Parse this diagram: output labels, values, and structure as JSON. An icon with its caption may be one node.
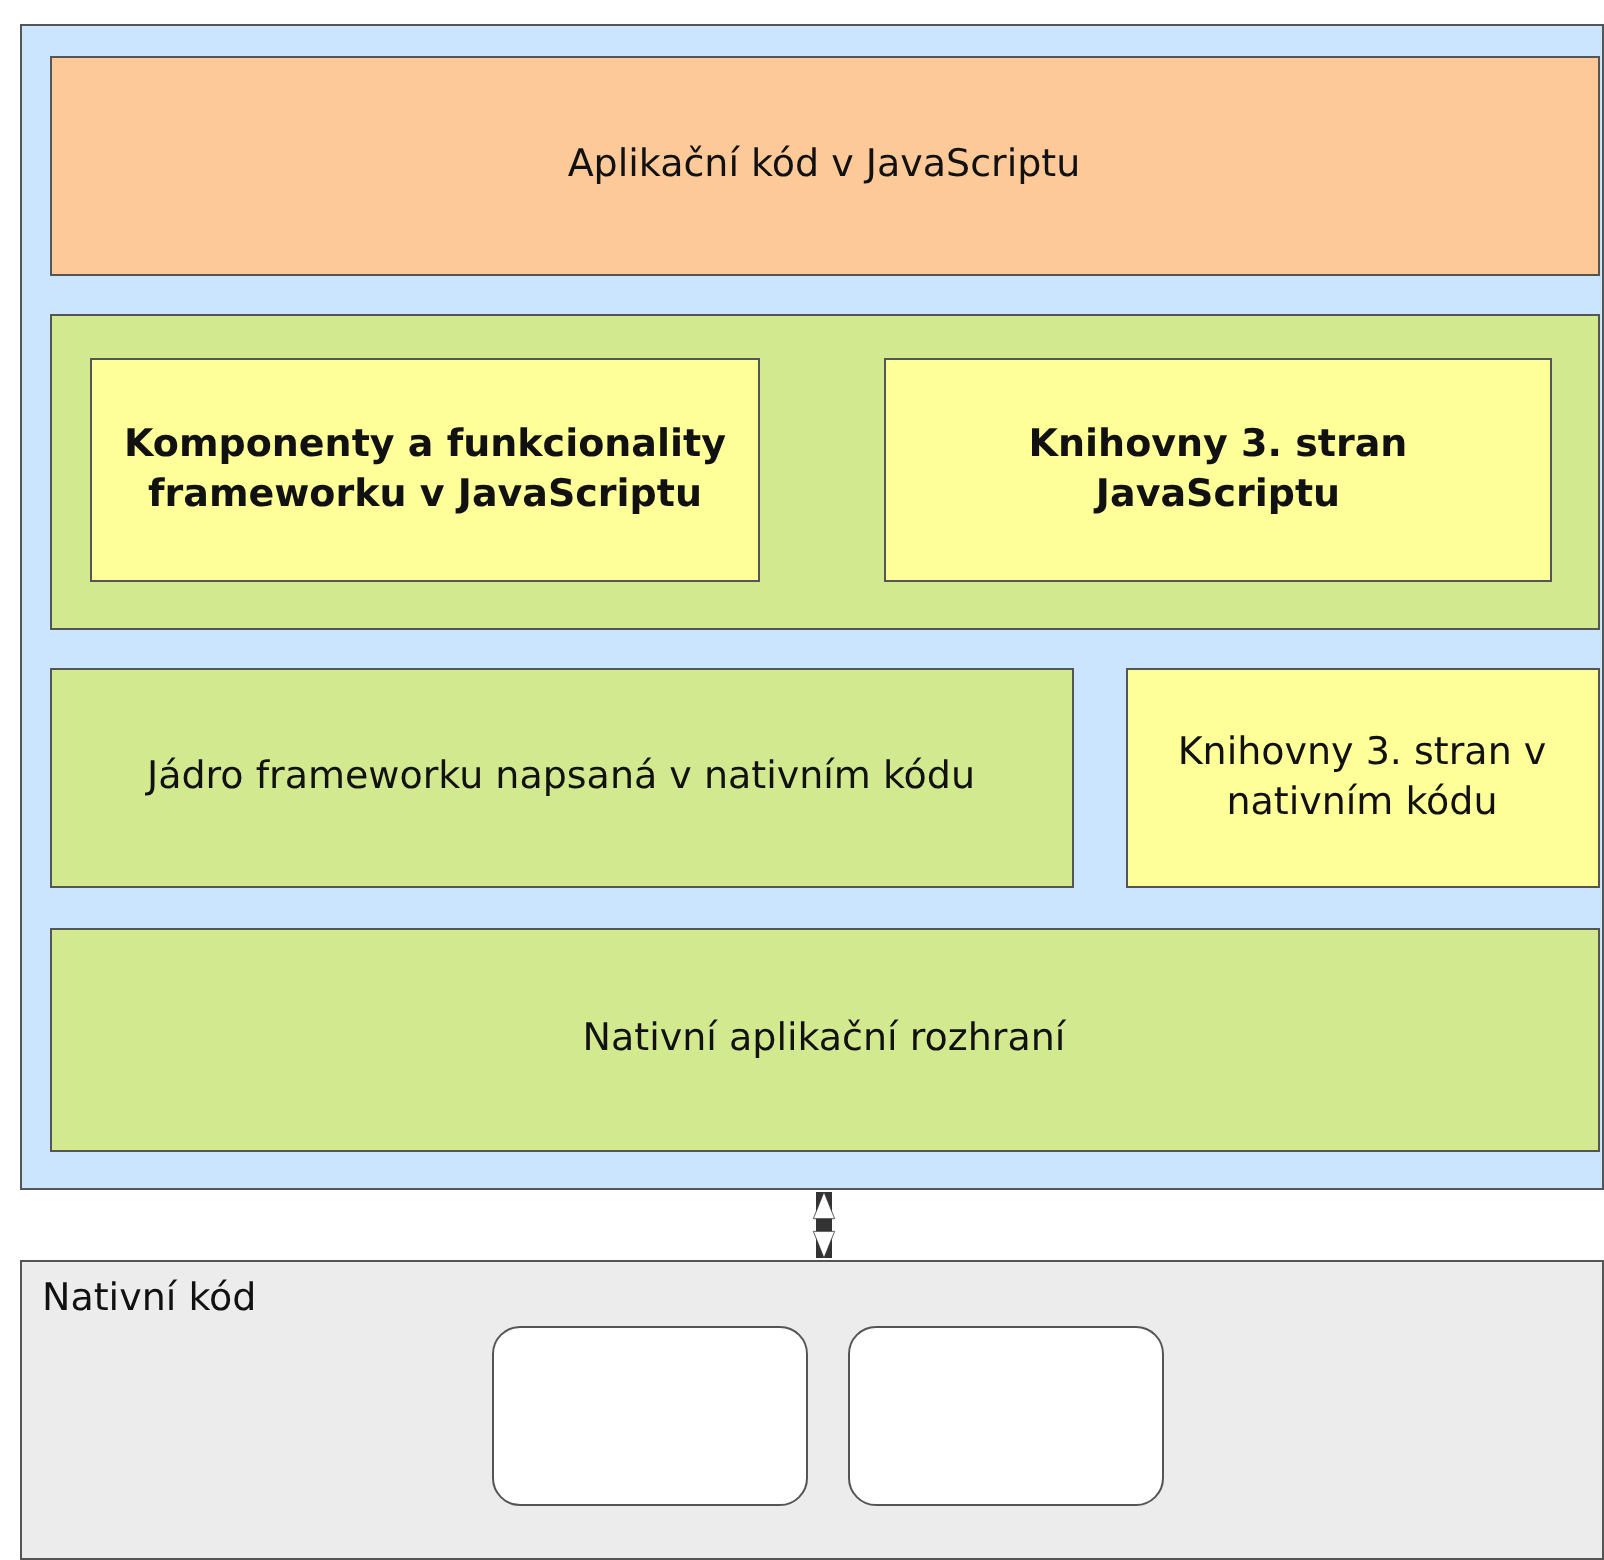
{
  "diagram": {
    "nodes": [
      {
        "text": [],
        "shape": "box"
      },
      {
        "text": [
          "Aplikační kód v JavaScriptu"
        ],
        "in": 0
      },
      {
        "text": [],
        "shape": "box",
        "in": 0
      },
      {
        "text": [
          "Komponenty a funkcionality frameworku v JavaScriptu"
        ],
        "in": 2
      },
      {
        "text": [
          "Knihovny 3. stran JavaScriptu"
        ],
        "in": 2
      },
      {
        "text": [
          "Jádro frameworku napsaná v nativním kódu"
        ],
        "in": 0
      },
      {
        "text": [
          "Knihovny 3. stran v nativním kódu"
        ],
        "in": 0
      },
      {
        "text": [
          "Nativní aplikační rozhraní"
        ],
        "in": 0
      },
      {
        "text": [
          "Nativní kód"
        ]
      },
      {
        "text": [],
        "shape": "box",
        "in": 8
      },
      {
        "text": [],
        "shape": "box",
        "in": 8
      }
    ],
    "edges": [
      {
        "from": 0,
        "to": 8,
        "arrow": "both"
      }
    ]
  }
}
